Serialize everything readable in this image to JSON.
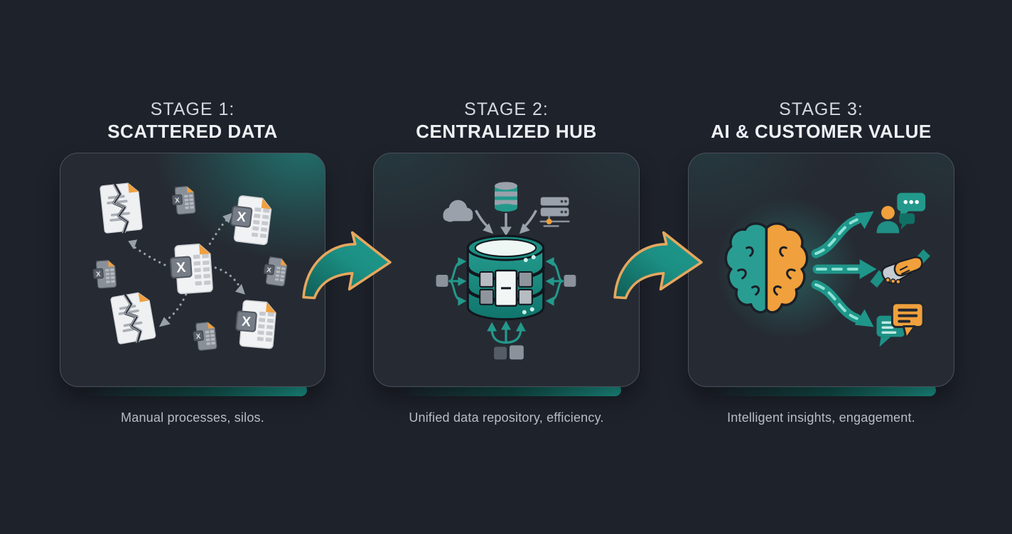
{
  "page": {
    "background_color": "#1e222b"
  },
  "palette": {
    "teal": "#1f968a",
    "teal_dark": "#10756c",
    "teal_light": "#8fe3d6",
    "orange": "#f0a03c",
    "connector_outline": "#e6a75e",
    "card_background": "#262b33",
    "card_border": "#4a505a",
    "title_color": "#d3d8df",
    "title_bold_color": "#eef1f5",
    "caption_color": "#b9c0c8"
  },
  "stages": [
    {
      "id": "stage-1",
      "title_line1": "STAGE 1:",
      "title_line2": "SCATTERED DATA",
      "caption": "Manual processes, silos.",
      "icons": [
        "torn-document-icon",
        "spreadsheet-file-icon",
        "small-spreadsheet-file-icon",
        "dashed-flow-arrows"
      ]
    },
    {
      "id": "stage-2",
      "title_line1": "STAGE 2:",
      "title_line2": "CENTRALIZED HUB",
      "caption": "Unified data repository, efficiency.",
      "icons": [
        "cloud-icon",
        "database-stack-icon",
        "server-icon",
        "central-database-icon",
        "inflow-arrow-icons"
      ]
    },
    {
      "id": "stage-3",
      "title_line1": "STAGE 3:",
      "title_line2": "AI & CUSTOMER VALUE",
      "caption": "Intelligent insights, engagement.",
      "icons": [
        "brain-icon",
        "person-chat-icon",
        "handshake-icon",
        "chat-bubbles-icon",
        "branch-arrow-icons"
      ]
    }
  ],
  "connectors": [
    {
      "id": "arrow-1",
      "description": "curved arrow from stage 1 to stage 2"
    },
    {
      "id": "arrow-2",
      "description": "curved arrow from stage 2 to stage 3"
    }
  ],
  "misc": {
    "spreadsheet_letter": "X"
  }
}
